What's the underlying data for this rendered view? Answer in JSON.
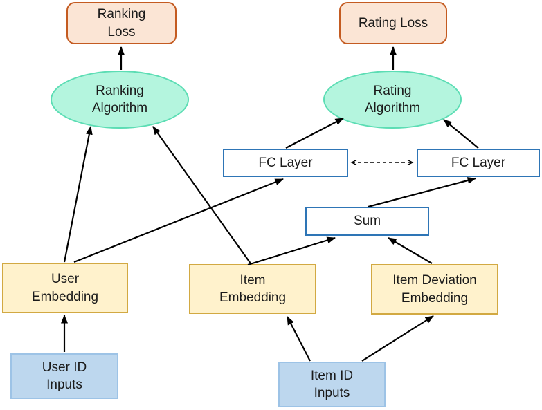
{
  "colors": {
    "background": "#ffffff",
    "text_color": "#1b1b1b",
    "arrow_color": "#000000",
    "loss_fill": "#fbe5d5",
    "loss_border": "#c45b21",
    "algo_fill": "#b4f5de",
    "algo_border": "#5cddb4",
    "fc_fill": "#ffffff",
    "fc_border": "#2e75b6",
    "embed_fill": "#fff2cc",
    "embed_border": "#d2a942",
    "input_fill": "#bdd7ee",
    "input_border": "#9dc3e6"
  },
  "nodes": {
    "ranking_loss": {
      "label": "Ranking\nLoss",
      "type": "loss"
    },
    "rating_loss": {
      "label": "Rating Loss",
      "type": "loss"
    },
    "ranking_algorithm": {
      "label": "Ranking\nAlgorithm",
      "type": "algorithm"
    },
    "rating_algorithm": {
      "label": "Rating\nAlgorithm",
      "type": "algorithm"
    },
    "fc_layer_left": {
      "label": "FC Layer",
      "type": "layer"
    },
    "fc_layer_right": {
      "label": "FC Layer",
      "type": "layer"
    },
    "sum": {
      "label": "Sum",
      "type": "layer"
    },
    "user_embedding": {
      "label": "User\nEmbedding",
      "type": "embedding"
    },
    "item_embedding": {
      "label": "Item\nEmbedding",
      "type": "embedding"
    },
    "item_deviation_embedding": {
      "label": "Item Deviation\nEmbedding",
      "type": "embedding"
    },
    "user_id_inputs": {
      "label": "User ID\nInputs",
      "type": "input"
    },
    "item_id_inputs": {
      "label": "Item ID\nInputs",
      "type": "input"
    }
  },
  "edges": [
    {
      "from": "ranking_algorithm",
      "to": "ranking_loss",
      "style": "solid"
    },
    {
      "from": "rating_algorithm",
      "to": "rating_loss",
      "style": "solid"
    },
    {
      "from": "user_embedding",
      "to": "ranking_algorithm",
      "style": "solid"
    },
    {
      "from": "item_embedding",
      "to": "ranking_algorithm",
      "style": "solid"
    },
    {
      "from": "user_embedding",
      "to": "fc_layer_left",
      "style": "solid"
    },
    {
      "from": "fc_layer_left",
      "to": "rating_algorithm",
      "style": "solid"
    },
    {
      "from": "fc_layer_right",
      "to": "rating_algorithm",
      "style": "solid"
    },
    {
      "from": "fc_layer_left",
      "to": "fc_layer_right",
      "style": "dashed-bidirectional"
    },
    {
      "from": "sum",
      "to": "fc_layer_right",
      "style": "solid"
    },
    {
      "from": "item_embedding",
      "to": "sum",
      "style": "solid"
    },
    {
      "from": "item_deviation_embedding",
      "to": "sum",
      "style": "solid"
    },
    {
      "from": "user_id_inputs",
      "to": "user_embedding",
      "style": "solid"
    },
    {
      "from": "item_id_inputs",
      "to": "item_embedding",
      "style": "solid"
    },
    {
      "from": "item_id_inputs",
      "to": "item_deviation_embedding",
      "style": "solid"
    }
  ]
}
